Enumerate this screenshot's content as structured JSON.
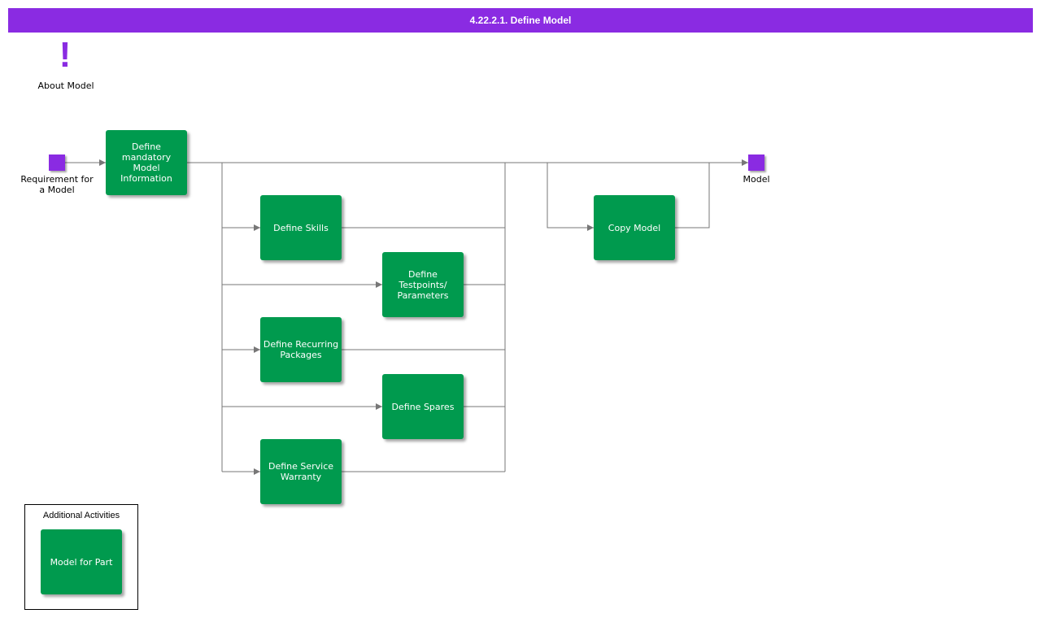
{
  "title": "4.22.2.1. Define Model",
  "colors": {
    "title_bg": "#8a2be2",
    "event": "#8a2be2",
    "task": "#009a4e",
    "flow_line": "#777777"
  },
  "note": {
    "icon": "exclamation-icon",
    "label": "About Model"
  },
  "events": {
    "start": {
      "label": "Requirement for a Model"
    },
    "end": {
      "label": "Model"
    }
  },
  "tasks": {
    "mandatory": "Define mandatory Model Information",
    "skills": "Define Skills",
    "testpoints": "Define Testpoints/ Parameters",
    "recurring": "Define Recurring Packages",
    "spares": "Define Spares",
    "warranty": "Define Service Warranty",
    "copy": "Copy Model"
  },
  "additional": {
    "title": "Additional Activities",
    "items": [
      "Model for Part"
    ]
  }
}
